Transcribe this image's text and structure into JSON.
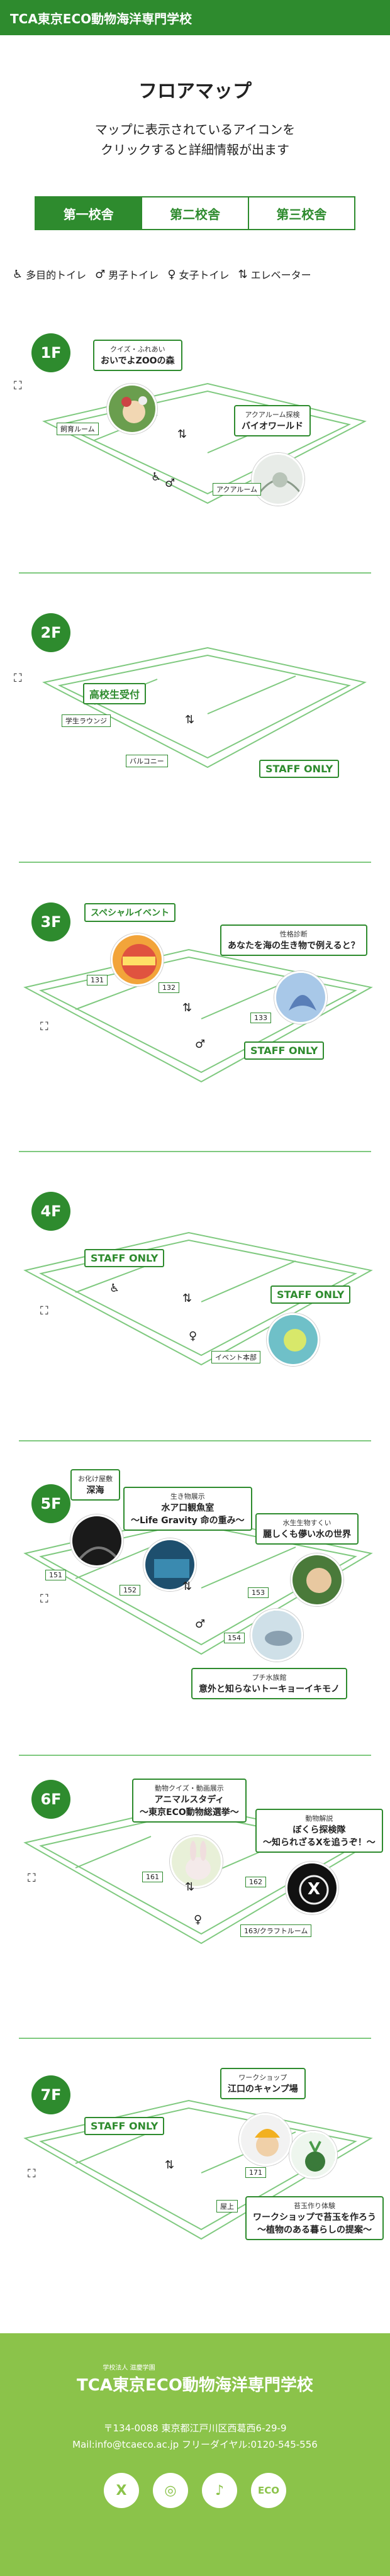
{
  "header": {
    "title": "TCA東京ECO動物海洋専門学校"
  },
  "page": {
    "title": "フロアマップ",
    "description_line1": "マップに表示されているアイコンを",
    "description_line2": "クリックすると詳細情報が出ます"
  },
  "tabs": [
    {
      "label": "第一校舎",
      "active": true
    },
    {
      "label": "第二校舎",
      "active": false
    },
    {
      "label": "第三校舎",
      "active": false
    }
  ],
  "legend": [
    {
      "icon": "multipurpose-toilet-icon",
      "glyph": "♿",
      "label": "多目的トイレ"
    },
    {
      "icon": "mens-toilet-icon",
      "glyph": "♂",
      "label": "男子トイレ"
    },
    {
      "icon": "womens-toilet-icon",
      "glyph": "♀",
      "label": "女子トイレ"
    },
    {
      "icon": "elevator-icon",
      "glyph": "⇅",
      "label": "エレベーター"
    }
  ],
  "floors": {
    "f1": {
      "label": "1F",
      "bubble1_sub": "クイズ・ふれあい",
      "bubble1_main": "おいでよZOOの森",
      "bubble2_sub": "アクアルーム探検",
      "bubble2_main": "バイオワールド",
      "tag1": "飼育ルーム",
      "tag2": "アクアルーム"
    },
    "f2": {
      "label": "2F",
      "box1": "高校生受付",
      "tag1": "学生ラウンジ",
      "tag2": "バルコニー",
      "box2": "STAFF ONLY"
    },
    "f3": {
      "label": "3F",
      "box1": "スペシャルイベント",
      "bubble1_sub": "性格診断",
      "bubble1_main": "あなたを海の生き物で例えると？",
      "tag1": "131",
      "tag2": "132",
      "tag3": "133",
      "box2": "STAFF ONLY"
    },
    "f4": {
      "label": "4F",
      "box1": "STAFF ONLY",
      "box2": "STAFF ONLY",
      "tag1": "イベント本部"
    },
    "f5": {
      "label": "5F",
      "bubble1_sub": "お化け屋敷",
      "bubble1_main": "深海",
      "bubble2_sub": "生き物展示",
      "bubble2_main1": "水ア口観魚室",
      "bubble2_main2": "〜Life Gravity 命の重み〜",
      "bubble3_sub": "水生生物すくい",
      "bubble3_main": "麗しくも儚い水の世界",
      "bubble4_sub": "プチ水族館",
      "bubble4_main": "意外と知らないトーキョーイキモノ",
      "tag1": "151",
      "tag2": "152",
      "tag3": "153",
      "tag4": "154"
    },
    "f6": {
      "label": "6F",
      "bubble1_sub": "動物クイズ・動画展示",
      "bubble1_main1": "アニマルスタディ",
      "bubble1_main2": "〜東京ECO動物総選挙〜",
      "bubble2_sub": "動物解説",
      "bubble2_main1": "ぼくら探検隊",
      "bubble2_main2": "〜知られざるXを追うぞ！〜",
      "tag1": "161",
      "tag2": "162",
      "tag3": "163/クラフトルーム",
      "photo_letter": "X"
    },
    "f7": {
      "label": "7F",
      "box1": "STAFF ONLY",
      "bubble1_sub": "ワークショップ",
      "bubble1_main": "江口のキャンプ場",
      "bubble2_sub": "苔玉作り体験",
      "bubble2_main1": "ワークショップで苔玉を作ろう",
      "bubble2_main2": "〜植物のある暮らしの提案〜",
      "tag1": "171",
      "tag2": "屋上"
    }
  },
  "footer": {
    "logo_sub": "学校法人 滋慶学園",
    "logo": "TCA東京ECO動物海洋専門学校",
    "address": "〒134-0088 東京都江戸川区西葛西6-29-9",
    "contact": "Mail:info@tcaeco.ac.jp フリーダイヤル:0120-545-556",
    "social": [
      "X",
      "◎",
      "♪",
      "ECO"
    ]
  },
  "colors": {
    "primary": "#2e8b2e",
    "footer": "#8bc34a",
    "floor_line": "#7fc97f"
  }
}
